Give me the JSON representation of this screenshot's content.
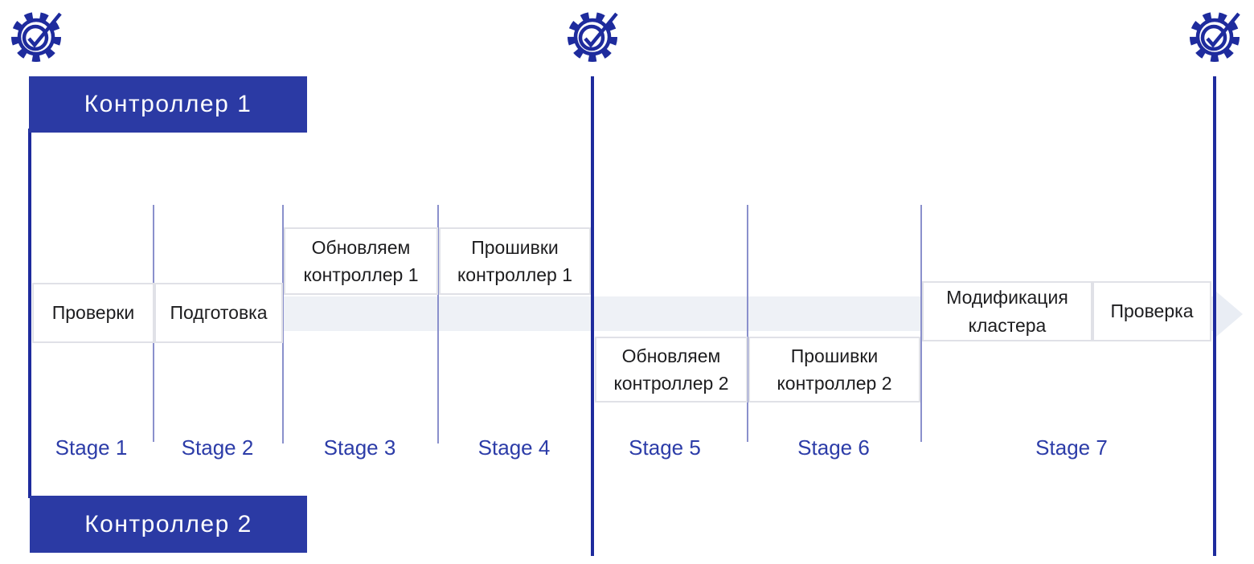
{
  "diagram_title": "controller-update-stages-timeline",
  "banners": {
    "controller1": "Контроллер 1",
    "controller2": "Контроллер 2"
  },
  "tasks": {
    "checks": "Проверки",
    "preparation": "Подготовка",
    "update_c1": "Обновляем контроллер 1",
    "firmware_c1": "Прошивки контроллер 1",
    "update_c2": "Обновляем контроллер 2",
    "firmware_c2": "Прошивки контроллер 2",
    "cluster_mod": "Модификация кластера",
    "final_check": "Проверка"
  },
  "stages": {
    "s1": "Stage 1",
    "s2": "Stage 2",
    "s3": "Stage 3",
    "s4": "Stage 4",
    "s5": "Stage 5",
    "s6": "Stage 6",
    "s7": "Stage 7"
  },
  "icons": {
    "checkpoint": "gear-with-checkmark"
  },
  "colors": {
    "primary_navy": "#1e2b9d",
    "banner_blue": "#2b3aa4",
    "stage_text_blue": "#2c3ca8",
    "thin_line": "#8a90cc",
    "band": "#eef1f6",
    "box_border": "#e0e1e7",
    "box_text": "#1d1d1f"
  }
}
